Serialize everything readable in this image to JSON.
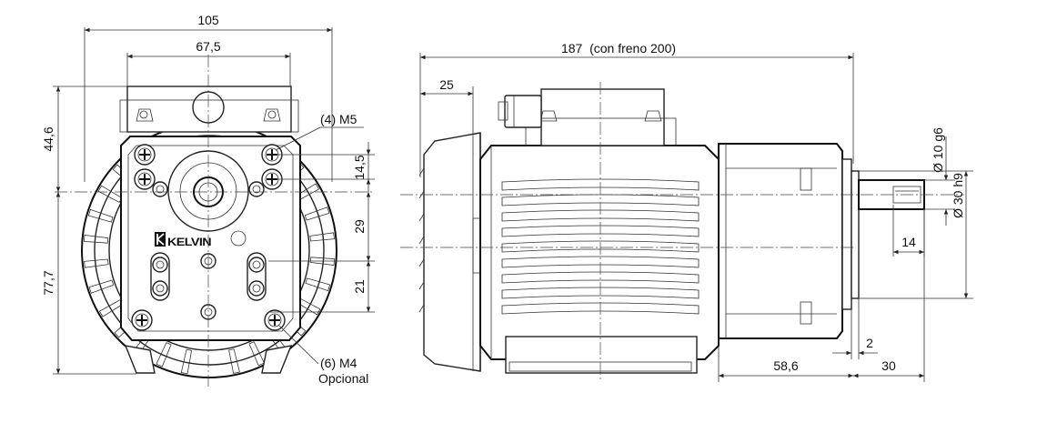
{
  "front_view": {
    "dim_overall_width": "105",
    "dim_flange_width": "67,5",
    "dim_upper_height": "44,6",
    "dim_lower_height": "77,7",
    "dim_hole_offset": "14,5",
    "dim_center_spacing": "29",
    "dim_lower_spacing": "21",
    "callout_m5": "(4) M5",
    "callout_m4": "(6) M4",
    "callout_optional": "Opcional",
    "brand_logo": "KELVIN"
  },
  "side_view": {
    "dim_length": "187  (con freno 200)",
    "dim_fan_cover": "25",
    "dim_shaft_h6": "Ø 10 g6",
    "dim_spigot_h9": "Ø 30 h9",
    "dim_key": "14",
    "dim_spigot_depth": "2",
    "dim_gearbox": "58,6",
    "dim_shaft_length": "30"
  }
}
